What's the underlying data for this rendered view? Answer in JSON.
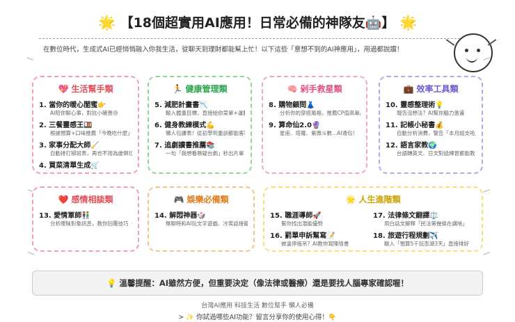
{
  "header": {
    "star_left": "🌟",
    "title": "【18個超實用AI應用！日常必備的神隊友🤖】",
    "star_right": "🌟",
    "intro": "在數位時代，生成式AI已經悄悄融入你我生活，從聊天到理財都能幫上忙！以下這些「意想不到的AI神應用」，用過都說讚！"
  },
  "cards": [
    {
      "title": "💖 生活幫手類",
      "items": [
        {
          "name": "1. 當你的暖心閨蜜👉",
          "desc": "AI陪你聊心事，對抗小確喪😢"
        },
        {
          "name": "2. 三餐靈感王🍱",
          "desc": "根據預算+口味推薦「今晚吃什麼」"
        },
        {
          "name": "3. 家事分配大師🧹",
          "desc": "自動排打掃班表，再也不用為誰倒垃圾吵架！"
        },
        {
          "name": "4. 買菜清單生成🛒",
          "desc": ""
        }
      ]
    },
    {
      "title": "🏃 健康管理類",
      "items": [
        {
          "name": "5. 減肥計畫書📉",
          "desc": "輸入體重目標，直接給你菜單+運動表"
        },
        {
          "name": "6. 健身教練模式💪",
          "desc": "懶人包課表！從初學到重訓都能客製"
        },
        {
          "name": "7. 追劇讀書推薦📚",
          "desc": "一句「我想看懸疑台劇」秒出片單"
        }
      ]
    },
    {
      "title": "🧠 剁手救星類",
      "items": [
        {
          "name": "8. 購物顧問👗",
          "desc": "分析你的穿搭風格，推薦CP值高單品"
        },
        {
          "name": "9. 算命仙2.0🔮",
          "desc": "星座、塔羅、紫微斗數...AI通包！"
        }
      ]
    },
    {
      "title": "💼 效率工具類",
      "items": [
        {
          "name": "10. 靈感整理術💡",
          "desc": "報告沒想法？AI幫你腦力激盪"
        },
        {
          "name": "11. 記帳小秘書💰",
          "desc": "自動分析消費，警告「本月超支啦」"
        },
        {
          "name": "12. 語言家教🌍",
          "desc": "台語轉英文、日文對話練習都能教"
        }
      ]
    },
    {
      "title": "❤️ 感情相談類",
      "items": [
        {
          "name": "13. 愛情軍師👫",
          "desc": "分析曖昧對象訊息，教你回覆技巧（笑）"
        }
      ]
    },
    {
      "title": "🎮 娛樂必備類",
      "items": [
        {
          "name": "14. 解悶神器🎲",
          "desc": "無聊時和AI玩文字遊戲、冷笑話接龍"
        }
      ]
    },
    {
      "title": "🌟 人生進階類",
      "items": [
        {
          "name": "15. 職涯導師🚀",
          "desc": "幫你找出潛能優勢"
        },
        {
          "name": "16. 罰單申訴幫寫📝",
          "desc": "被違停拖吊？AI教你寫陳情書"
        },
        {
          "name": "17. 法律條文翻譯⚖️",
          "desc": "用白話文解釋「民法第幾條在講啥」"
        },
        {
          "name": "18. 旅遊行程規劃✈️",
          "desc": "輸入「預算5千玩澎湖3天」直接排好"
        }
      ]
    }
  ],
  "tip": "💡 溫馨提醒：AI雖然方便，但重要決定（像法律或醫療）還是要找人腦專家確認喔！",
  "tags": "台灣AI應用 科技生活 數位幫手 懶人必備",
  "cta": "> ✨ 你試過哪些AI功能？留言分享你的使用心得！👇"
}
